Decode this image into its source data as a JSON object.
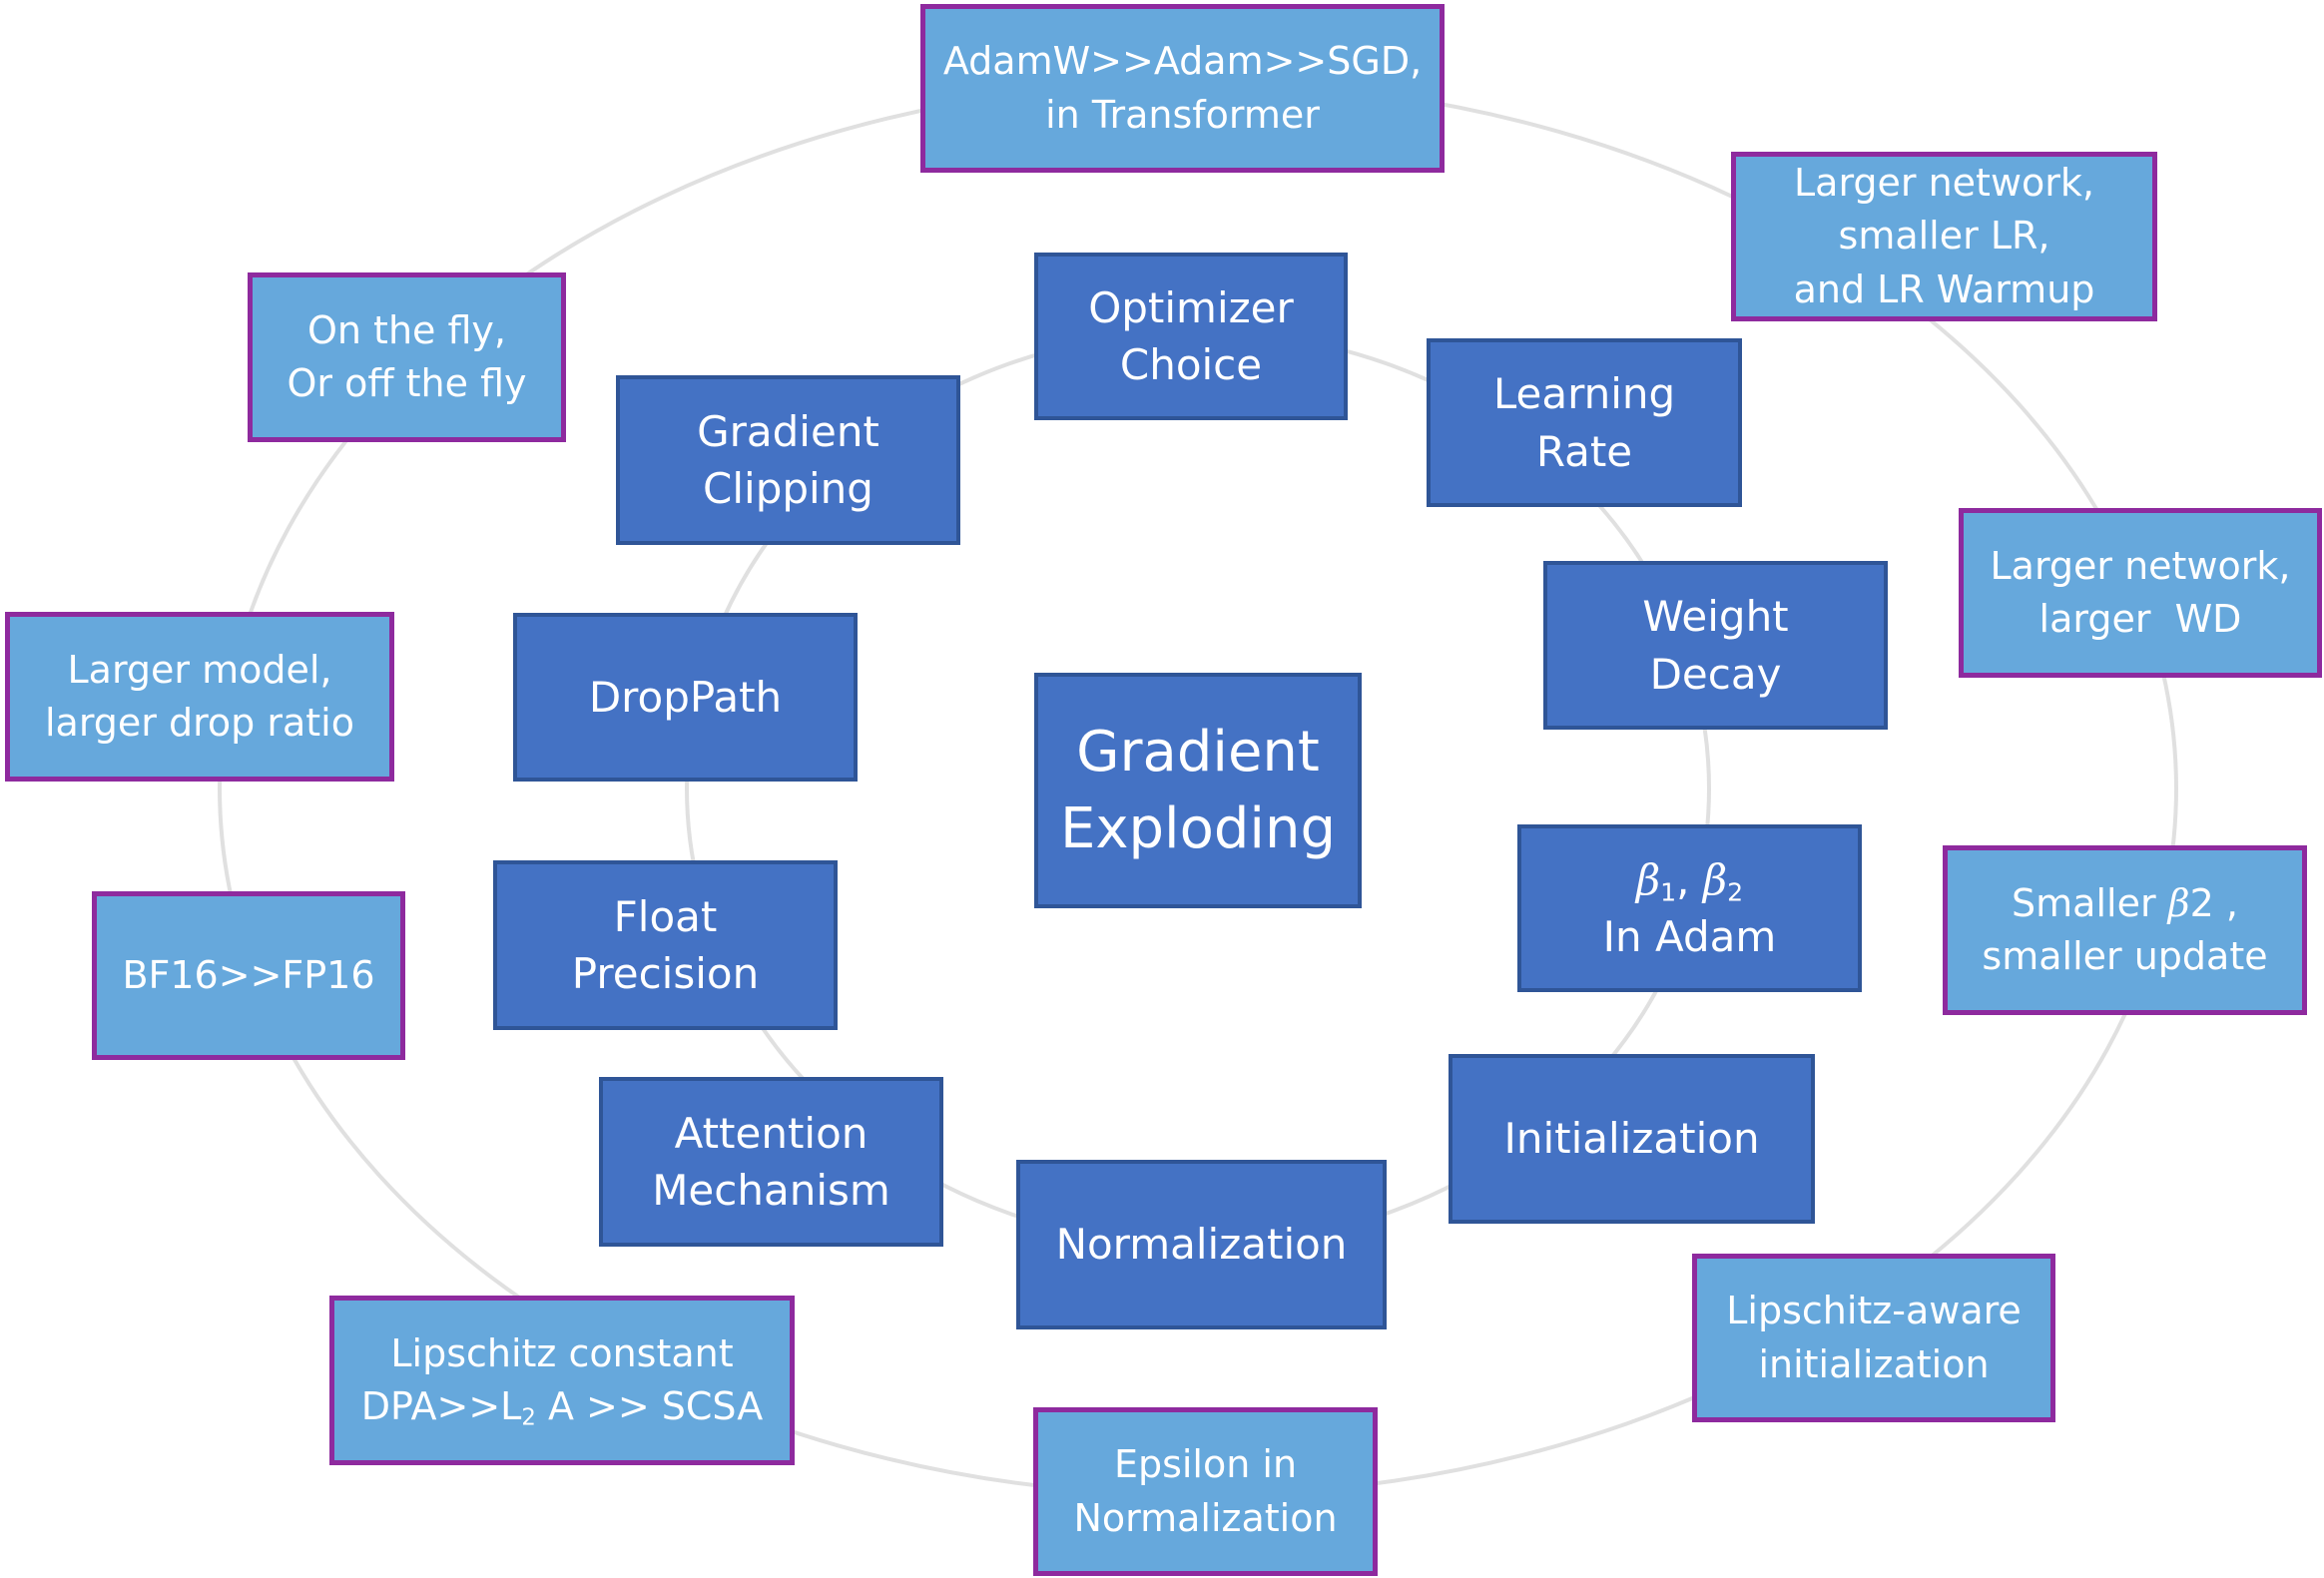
{
  "center": {
    "line1": "Gradient",
    "line2": "Exploding"
  },
  "factors": {
    "optimizer": {
      "line1": "Optimizer",
      "line2": "Choice"
    },
    "learning_rate": {
      "line1": "Learning",
      "line2": "Rate"
    },
    "weight_decay": {
      "line1": "Weight",
      "line2": "Decay"
    },
    "adam_betas": {
      "beta1_symbol": "β",
      "beta1_sub": "1",
      "sep": ", ",
      "beta2_symbol": "β",
      "beta2_sub": "2",
      "line2": "In Adam"
    },
    "initialization": {
      "line1": "Initialization"
    },
    "normalization": {
      "line1": "Normalization"
    },
    "attention": {
      "line1": "Attention",
      "line2": "Mechanism"
    },
    "float_precision": {
      "line1": "Float",
      "line2": "Precision"
    },
    "droppath": {
      "line1": "DropPath"
    },
    "gradient_clipping": {
      "line1": "Gradient",
      "line2": "Clipping"
    }
  },
  "notes": {
    "optimizer": {
      "line1": "AdamW>>Adam>>SGD,",
      "line2": "in Transformer"
    },
    "learning_rate": {
      "line1": "Larger network,",
      "line2": "smaller LR,",
      "line3": "and LR Warmup"
    },
    "weight_decay": {
      "line1": "Larger network,",
      "line2": "larger  WD"
    },
    "adam_betas": {
      "line1_pre": "Smaller ",
      "line1_symbol": "β",
      "line1_post": "2 ,",
      "line2": "smaller update"
    },
    "initialization": {
      "line1": "Lipschitz-aware",
      "line2": "initialization"
    },
    "normalization": {
      "line1": "Epsilon in",
      "line2": "Normalization"
    },
    "attention": {
      "line1": "Lipschitz constant",
      "line2_pre": "DPA>>L",
      "line2_sub": "2",
      "line2_post": " A >> SCSA"
    },
    "float_precision": {
      "line1": "BF16>>FP16"
    },
    "droppath": {
      "line1": "Larger model,",
      "line2": "larger drop ratio"
    },
    "gradient_clipping": {
      "line1": "On the fly,",
      "line2": "Or off the fly"
    }
  },
  "colors": {
    "factor_fill": "#4472c4",
    "factor_border": "#2f5597",
    "note_fill": "#66a8dc",
    "note_border": "#8e2a9e",
    "ring": "#e0e0e0",
    "text": "#ffffff"
  }
}
